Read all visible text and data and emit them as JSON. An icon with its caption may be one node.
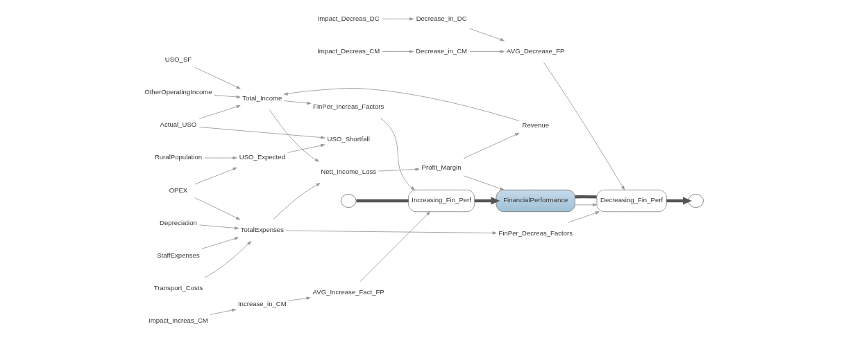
{
  "diagram": {
    "nodes": [
      {
        "text": [
          "OtherOperatingIncome"
        ]
      },
      {
        "text": [
          "Revenue"
        ]
      },
      {
        "text": [
          "Profit_Margin"
        ]
      },
      {
        "text": [
          "USO_Shortfall"
        ]
      },
      {
        "text": [
          "Nett_Income_Loss"
        ]
      },
      {
        "text": [
          "StaffExpenses"
        ]
      },
      {
        "text": [
          "Transport_Costs"
        ]
      },
      {
        "text": [
          "Depreciation"
        ]
      },
      {
        "text": [
          "RuralPopulation"
        ]
      },
      {
        "text": [
          "OPEX"
        ]
      },
      {
        "text": [
          "AVG_Increase_Fact_FP"
        ]
      },
      {
        "text": [
          "USO_SF"
        ]
      },
      {
        "text": [
          "TotalExpenses"
        ]
      },
      {
        "text": [
          "AVG_Decrease_FP"
        ]
      },
      {
        "text": [
          "Impact_Increas_CM"
        ]
      },
      {
        "text": [
          "Total_Income"
        ]
      },
      {
        "text": [
          "Actual_USO"
        ]
      },
      {
        "text": [
          "USO_Expected"
        ]
      },
      {
        "text": [
          "FinPer_Decreas_Factors"
        ]
      },
      {
        "text": [
          "FinPer_Increas_Factors"
        ]
      },
      {
        "text": [
          "Increase_in_CM"
        ]
      },
      {
        "text": [
          "FinancialPerformance"
        ]
      },
      {
        "text": [
          "Increasing_Fin_Perf"
        ]
      },
      {
        "text": [
          "Decreasing_Fin_Perf"
        ]
      },
      {
        "text": [
          "Decrease_in_CM"
        ]
      },
      {
        "text": [
          "Impact_Decreas_CM"
        ]
      },
      {
        "text": [
          "Impact_Decreas_DC"
        ]
      },
      {
        "text": [
          "Decrease_in_DC"
        ]
      },
      {
        "text": [],
        "shape": "cloud"
      },
      {
        "text": [],
        "shape": "cloud"
      }
    ],
    "edges": [
      {
        "from": 0,
        "to": 15,
        "arrow": "to"
      },
      {
        "from": 1,
        "to": 15,
        "arrow": "to"
      },
      {
        "from": 11,
        "to": 15,
        "arrow": "to"
      },
      {
        "from": 16,
        "to": 15,
        "arrow": "to"
      },
      {
        "from": 16,
        "to": 3,
        "arrow": "to"
      },
      {
        "from": 17,
        "to": 3,
        "arrow": "to"
      },
      {
        "from": 8,
        "to": 17,
        "arrow": "to"
      },
      {
        "from": 9,
        "to": 17,
        "arrow": "to"
      },
      {
        "from": 15,
        "to": 4,
        "arrow": "to"
      },
      {
        "from": 12,
        "to": 4,
        "arrow": "to"
      },
      {
        "from": 4,
        "to": 2,
        "arrow": "to"
      },
      {
        "from": 2,
        "to": 1,
        "arrow": "to"
      },
      {
        "from": 2,
        "to": 21,
        "arrow": "to"
      },
      {
        "from": 5,
        "to": 12,
        "arrow": "to"
      },
      {
        "from": 6,
        "to": 12,
        "arrow": "to"
      },
      {
        "from": 7,
        "to": 12,
        "arrow": "to"
      },
      {
        "from": 9,
        "to": 12,
        "arrow": "to"
      },
      {
        "from": 15,
        "to": 19,
        "arrow": "to"
      },
      {
        "from": 19,
        "to": 22,
        "arrow": "to"
      },
      {
        "from": 14,
        "to": 20,
        "arrow": "to"
      },
      {
        "from": 20,
        "to": 10,
        "arrow": "to"
      },
      {
        "from": 10,
        "to": 22,
        "arrow": "to"
      },
      {
        "from": 12,
        "to": 18,
        "arrow": "to"
      },
      {
        "from": 18,
        "to": 23,
        "arrow": "to"
      },
      {
        "from": 21,
        "to": 23,
        "arrow": "to"
      },
      {
        "from": 13,
        "to": 23,
        "arrow": "to"
      },
      {
        "from": 24,
        "to": 13,
        "arrow": "to"
      },
      {
        "from": 27,
        "to": 13,
        "arrow": "to"
      },
      {
        "from": 25,
        "to": 24,
        "arrow": "to"
      },
      {
        "from": 26,
        "to": 27,
        "arrow": "to"
      },
      {
        "from": 28,
        "to": 22,
        "arrow": "none",
        "style": "thick"
      },
      {
        "from": 22,
        "to": 21,
        "arrow": "to",
        "style": "thick"
      },
      {
        "from": 21,
        "to": 23,
        "arrow": "none",
        "style": "thick"
      },
      {
        "from": 23,
        "to": 29,
        "arrow": "to",
        "style": "thick"
      }
    ]
  }
}
